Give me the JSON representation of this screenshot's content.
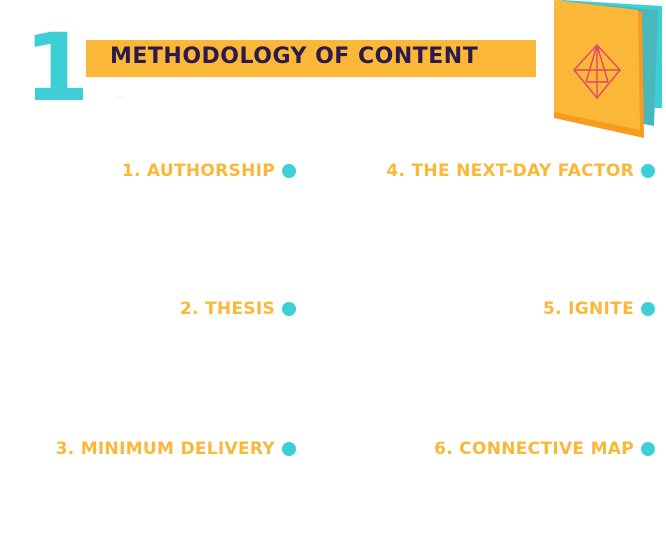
{
  "header": {
    "number": "1",
    "title": "METHODOLOGY OF CONTENT",
    "small_text": "· ·"
  },
  "items": [
    {
      "label": "1. AUTHORSHIP"
    },
    {
      "label": "2. THESIS"
    },
    {
      "label": "3. MINIMUM DELIVERY"
    },
    {
      "label": "4. THE NEXT-DAY FACTOR"
    },
    {
      "label": "5. IGNITE"
    },
    {
      "label": "6. CONNECTIVE MAP"
    }
  ],
  "colors": {
    "accent_yellow": "#fbb838",
    "accent_teal": "#3ecfd6",
    "accent_orange": "#f79a1e",
    "title_text": "#2b1b4a",
    "diamond_pink": "#e2456b"
  },
  "icons": {
    "notebook": "notebook-icon",
    "diamond": "diamond-icon",
    "bullet": "bullet-dot-icon"
  }
}
